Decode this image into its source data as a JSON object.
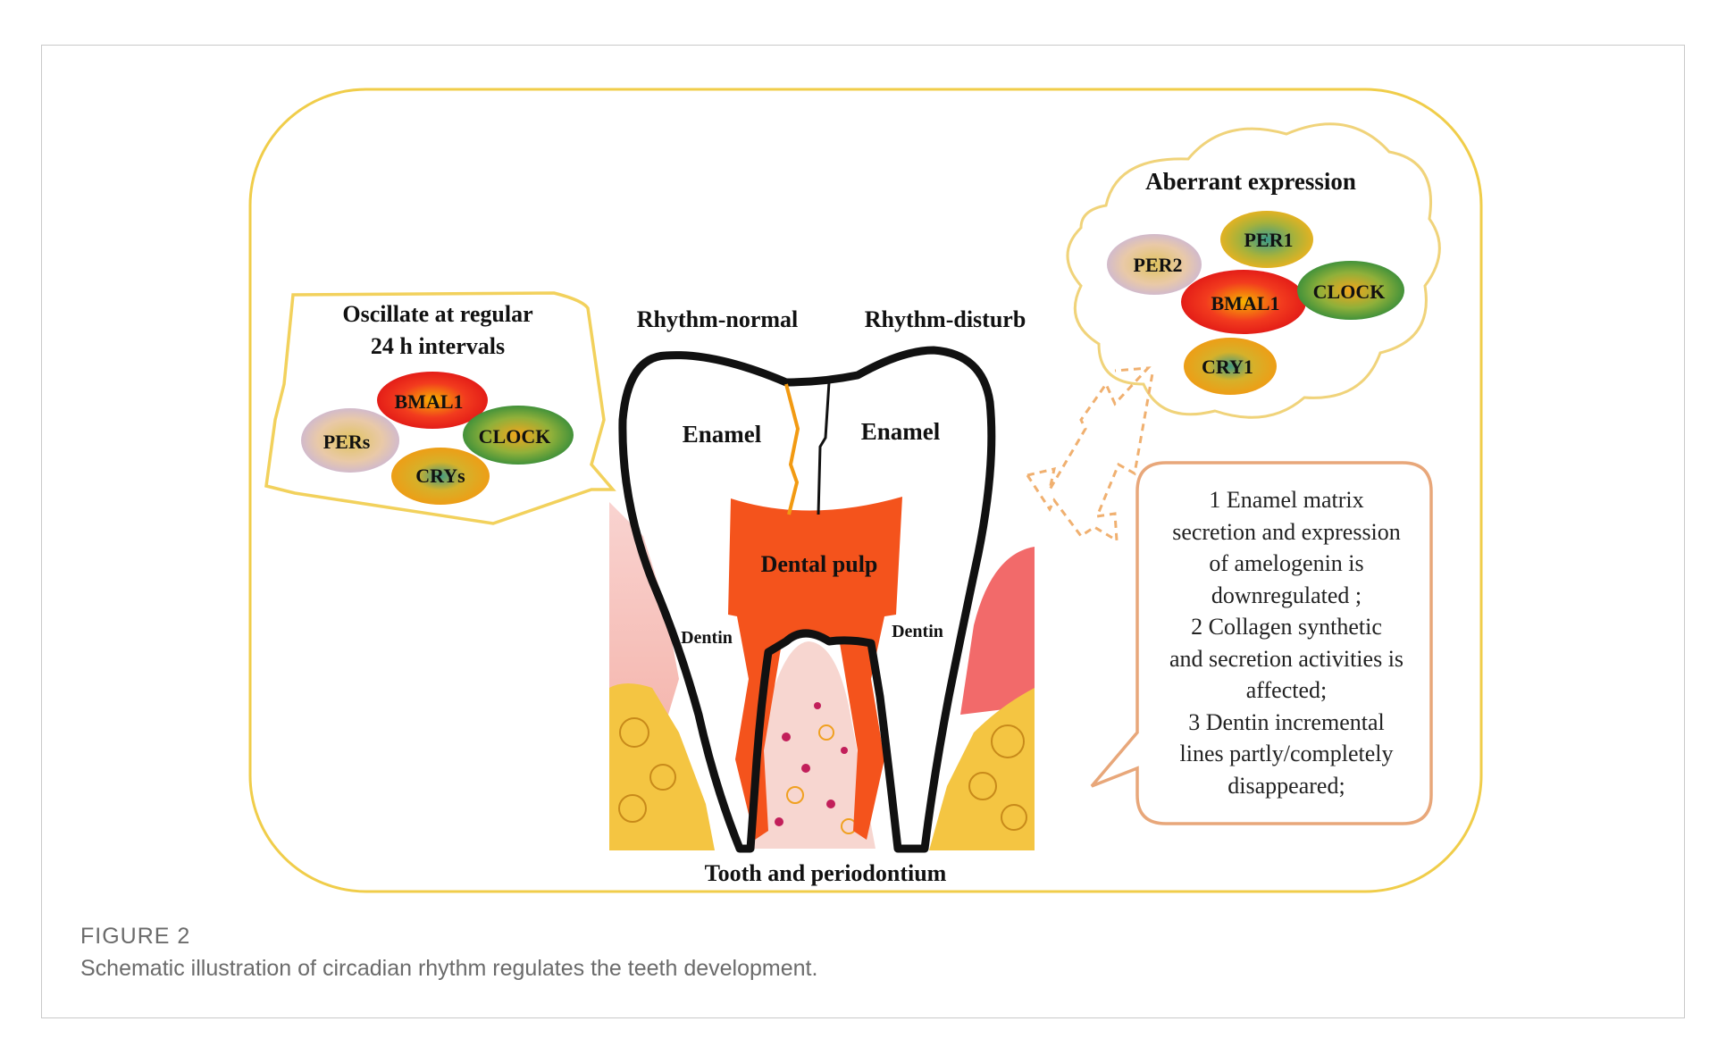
{
  "figure": {
    "label": "FIGURE 2",
    "caption": "Schematic illustration of circadian rhythm regulates the teeth development."
  },
  "left_box": {
    "title_line1": "Oscillate at regular",
    "title_line2": "24 h intervals",
    "genes": [
      "BMAL1",
      "PERs",
      "CLOCK",
      "CRYs"
    ]
  },
  "tooth": {
    "label_normal": "Rhythm-normal",
    "label_disturb": "Rhythm-disturb",
    "enamel_left": "Enamel",
    "enamel_right": "Enamel",
    "pulp": "Dental pulp",
    "dentin_left": "Dentin",
    "dentin_right": "Dentin",
    "bottom_title": "Tooth and periodontium"
  },
  "cloud": {
    "title": "Aberrant expression",
    "genes": [
      "PER1",
      "PER2",
      "BMAL1",
      "CLOCK",
      "CRY1"
    ]
  },
  "effects": {
    "lines": [
      "1  Enamel matrix",
      "secretion and expression",
      "of  amelogenin is",
      "downregulated ;",
      "2  Collagen synthetic",
      "and secretion activities is",
      "affected;",
      "3  Dentin incremental",
      "lines partly/completely",
      "disappeared;"
    ]
  },
  "colors": {
    "outer_border": "#f0cd4a",
    "left_box_border": "#f2d15c",
    "effects_border": "#e8a77a",
    "cloud_border": "#f0d37a",
    "pulp": "#f4531c",
    "gum": "#f26a6a"
  }
}
